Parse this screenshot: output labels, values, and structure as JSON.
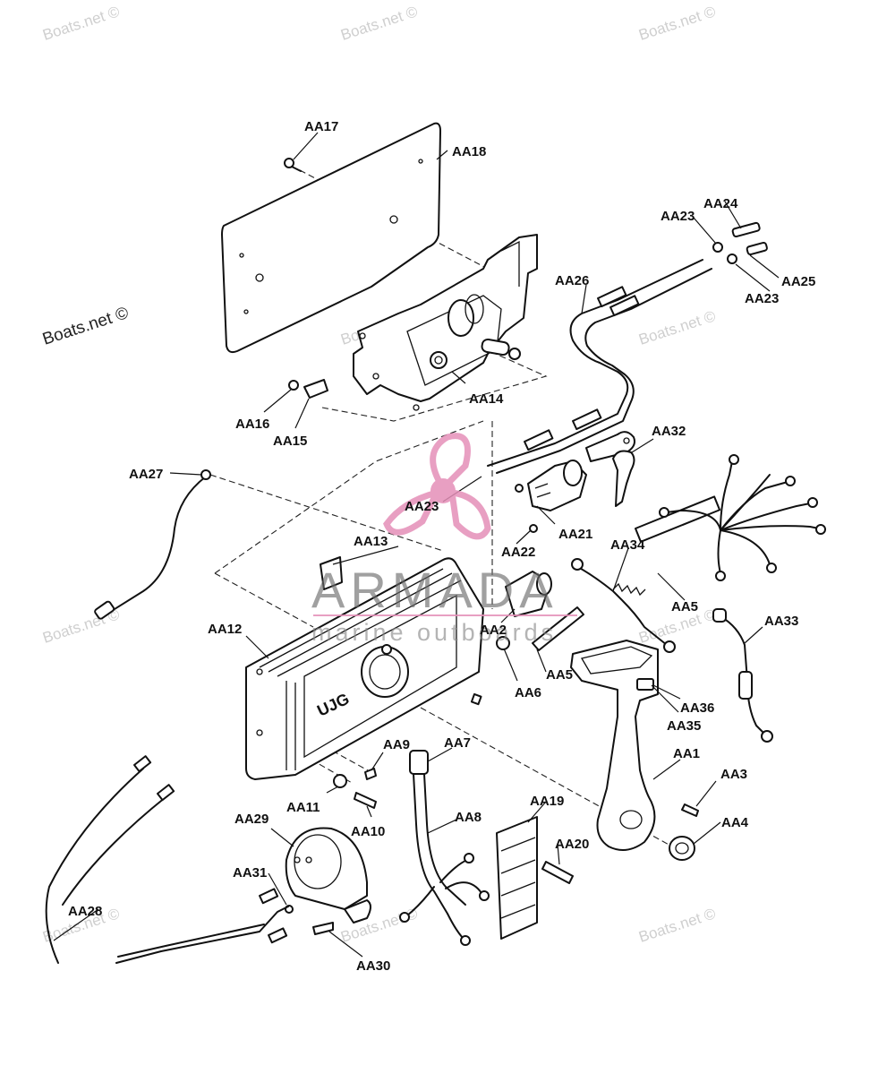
{
  "watermarks": {
    "site": "Boats.net ©",
    "brand_title": "ARMADA",
    "brand_subtitle": "marine outboards"
  },
  "colors": {
    "line": "#111111",
    "watermark_text": "#cfcfcf",
    "brand_pink": "#e58fb8",
    "brand_text": "#6b6b6b"
  },
  "part_text": {
    "control_box_emblem": "UJG"
  },
  "labels": {
    "aa1": "AA1",
    "aa2": "AA2",
    "aa3": "AA3",
    "aa4": "AA4",
    "aa5_left": "AA5",
    "aa5_right": "AA5",
    "aa6": "AA6",
    "aa7": "AA7",
    "aa8": "AA8",
    "aa9": "AA9",
    "aa10": "AA10",
    "aa11": "AA11",
    "aa12": "AA12",
    "aa13": "AA13",
    "aa14": "AA14",
    "aa15": "AA15",
    "aa16": "AA16",
    "aa17": "AA17",
    "aa18": "AA18",
    "aa19": "AA19",
    "aa20": "AA20",
    "aa21": "AA21",
    "aa22": "AA22",
    "aa23_a": "AA23",
    "aa23_b": "AA23",
    "aa23_c": "AA23",
    "aa24": "AA24",
    "aa25": "AA25",
    "aa26": "AA26",
    "aa27": "AA27",
    "aa28": "AA28",
    "aa29": "AA29",
    "aa30": "AA30",
    "aa31": "AA31",
    "aa32": "AA32",
    "aa33": "AA33",
    "aa34": "AA34",
    "aa35": "AA35",
    "aa36": "AA36"
  }
}
